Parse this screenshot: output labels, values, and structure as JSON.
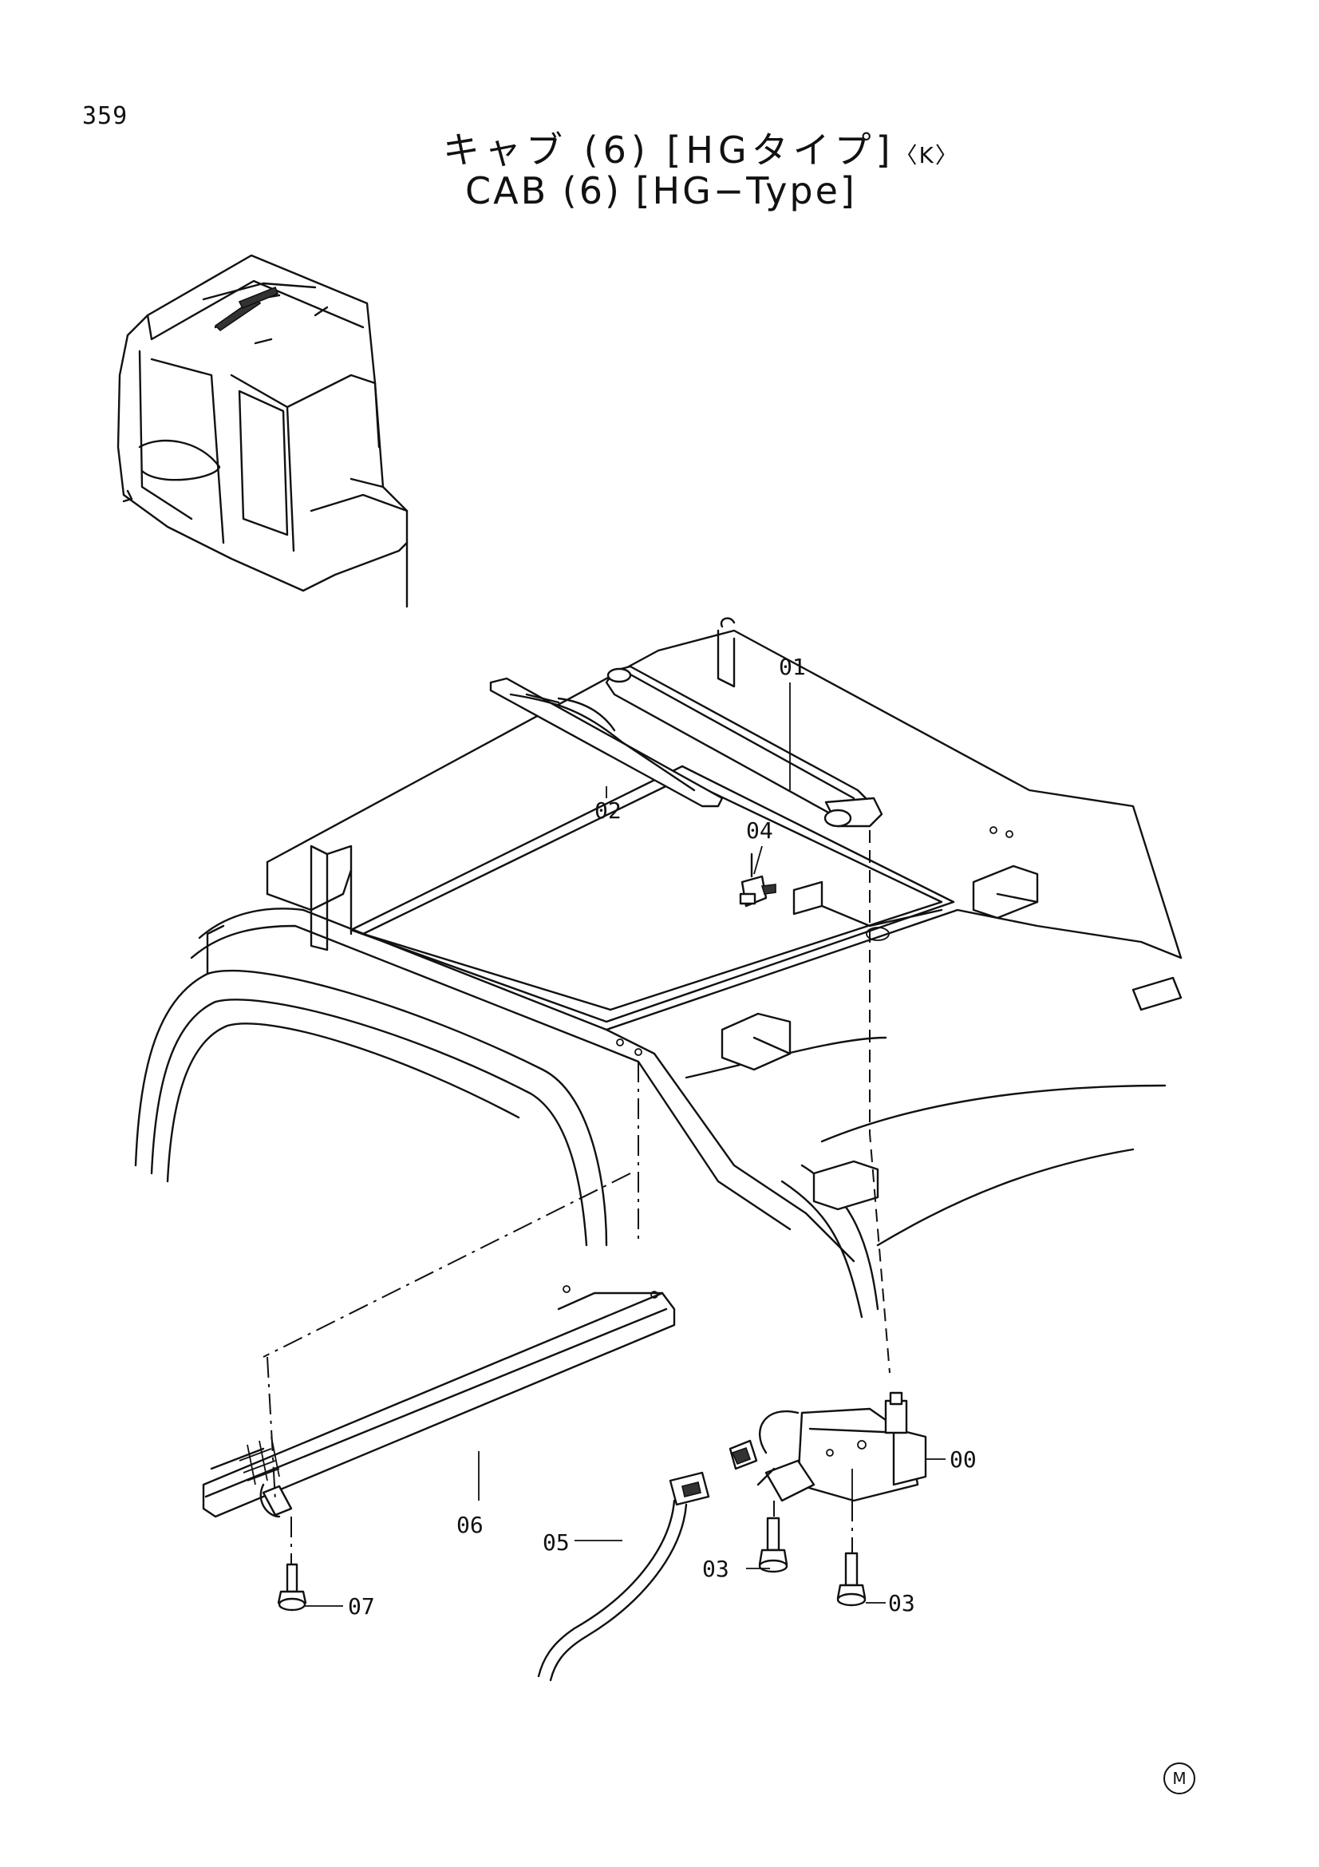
{
  "page_number": "359",
  "title": {
    "japanese": "キャブ (6) [HGタイプ]",
    "japanese_suffix": "〈K〉",
    "english": "CAB (6) [HG−Type]"
  },
  "callouts": [
    "00",
    "01",
    "02",
    "03",
    "03",
    "04",
    "05",
    "06",
    "07"
  ],
  "footer_mark": "M"
}
